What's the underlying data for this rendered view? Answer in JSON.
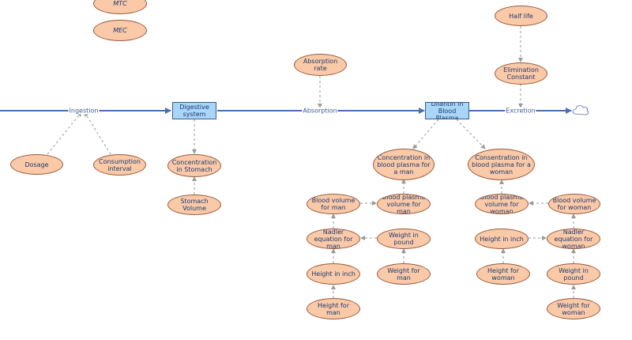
{
  "flows": {
    "ingestion": "Ingestion",
    "absorption": "Absorption",
    "excretion": "Excretion"
  },
  "stocks": {
    "digestive_system": "Digestive system",
    "dilantin_in_blood_plasma": "Dilantin in Blood Plasma"
  },
  "variables": {
    "mtc": "MTC",
    "mec": "MEC",
    "absorption_rate": "Absorption rate",
    "half_life": "Half life",
    "elimination_constant": "Elimination Constant",
    "dosage": "Dosage",
    "consumption_interval": "Consumption interval",
    "concentration_in_stomach": "Concentration in Stomach",
    "stomach_volume": "Stomach Volume",
    "concentration_blood_plasma_man": "Concentration in blood plasma for a man",
    "concentration_blood_plasma_woman": "Consentration in blood plasma for a woman",
    "blood_volume_for_man_left": "Blood volume for man",
    "blood_plasma_volume_for_man": "Blood plasma volume for man",
    "nadler_equation_for_man": "Nadler equation for man",
    "weight_in_pound_man": "Weight in pound",
    "height_in_inch_man": "Height in inch",
    "weight_for_man": "Weight for man",
    "height_for_man": "Height for man",
    "blood_plasma_volume_for_woman": "Blood plasma volume for woman",
    "blood_volume_for_woman": "Blood volume for woman",
    "height_in_inch_woman": "Height in inch",
    "nadler_equation_for_woman": "Nadler equation for woman",
    "height_for_woman": "Height for woman",
    "weight_in_pound_woman": "Weight in pound",
    "weight_for_woman": "Weight for woman"
  },
  "colors": {
    "variable_fill": "#f9c9a8",
    "variable_border": "#9a5a3a",
    "stock_fill": "#a9d5f7",
    "stock_border": "#3a5f8a",
    "flow_line": "#4a6fb5",
    "link_line": "#9a9a9a",
    "text": "#1f3a6e"
  },
  "icons": {
    "sink": "cloud-icon"
  }
}
